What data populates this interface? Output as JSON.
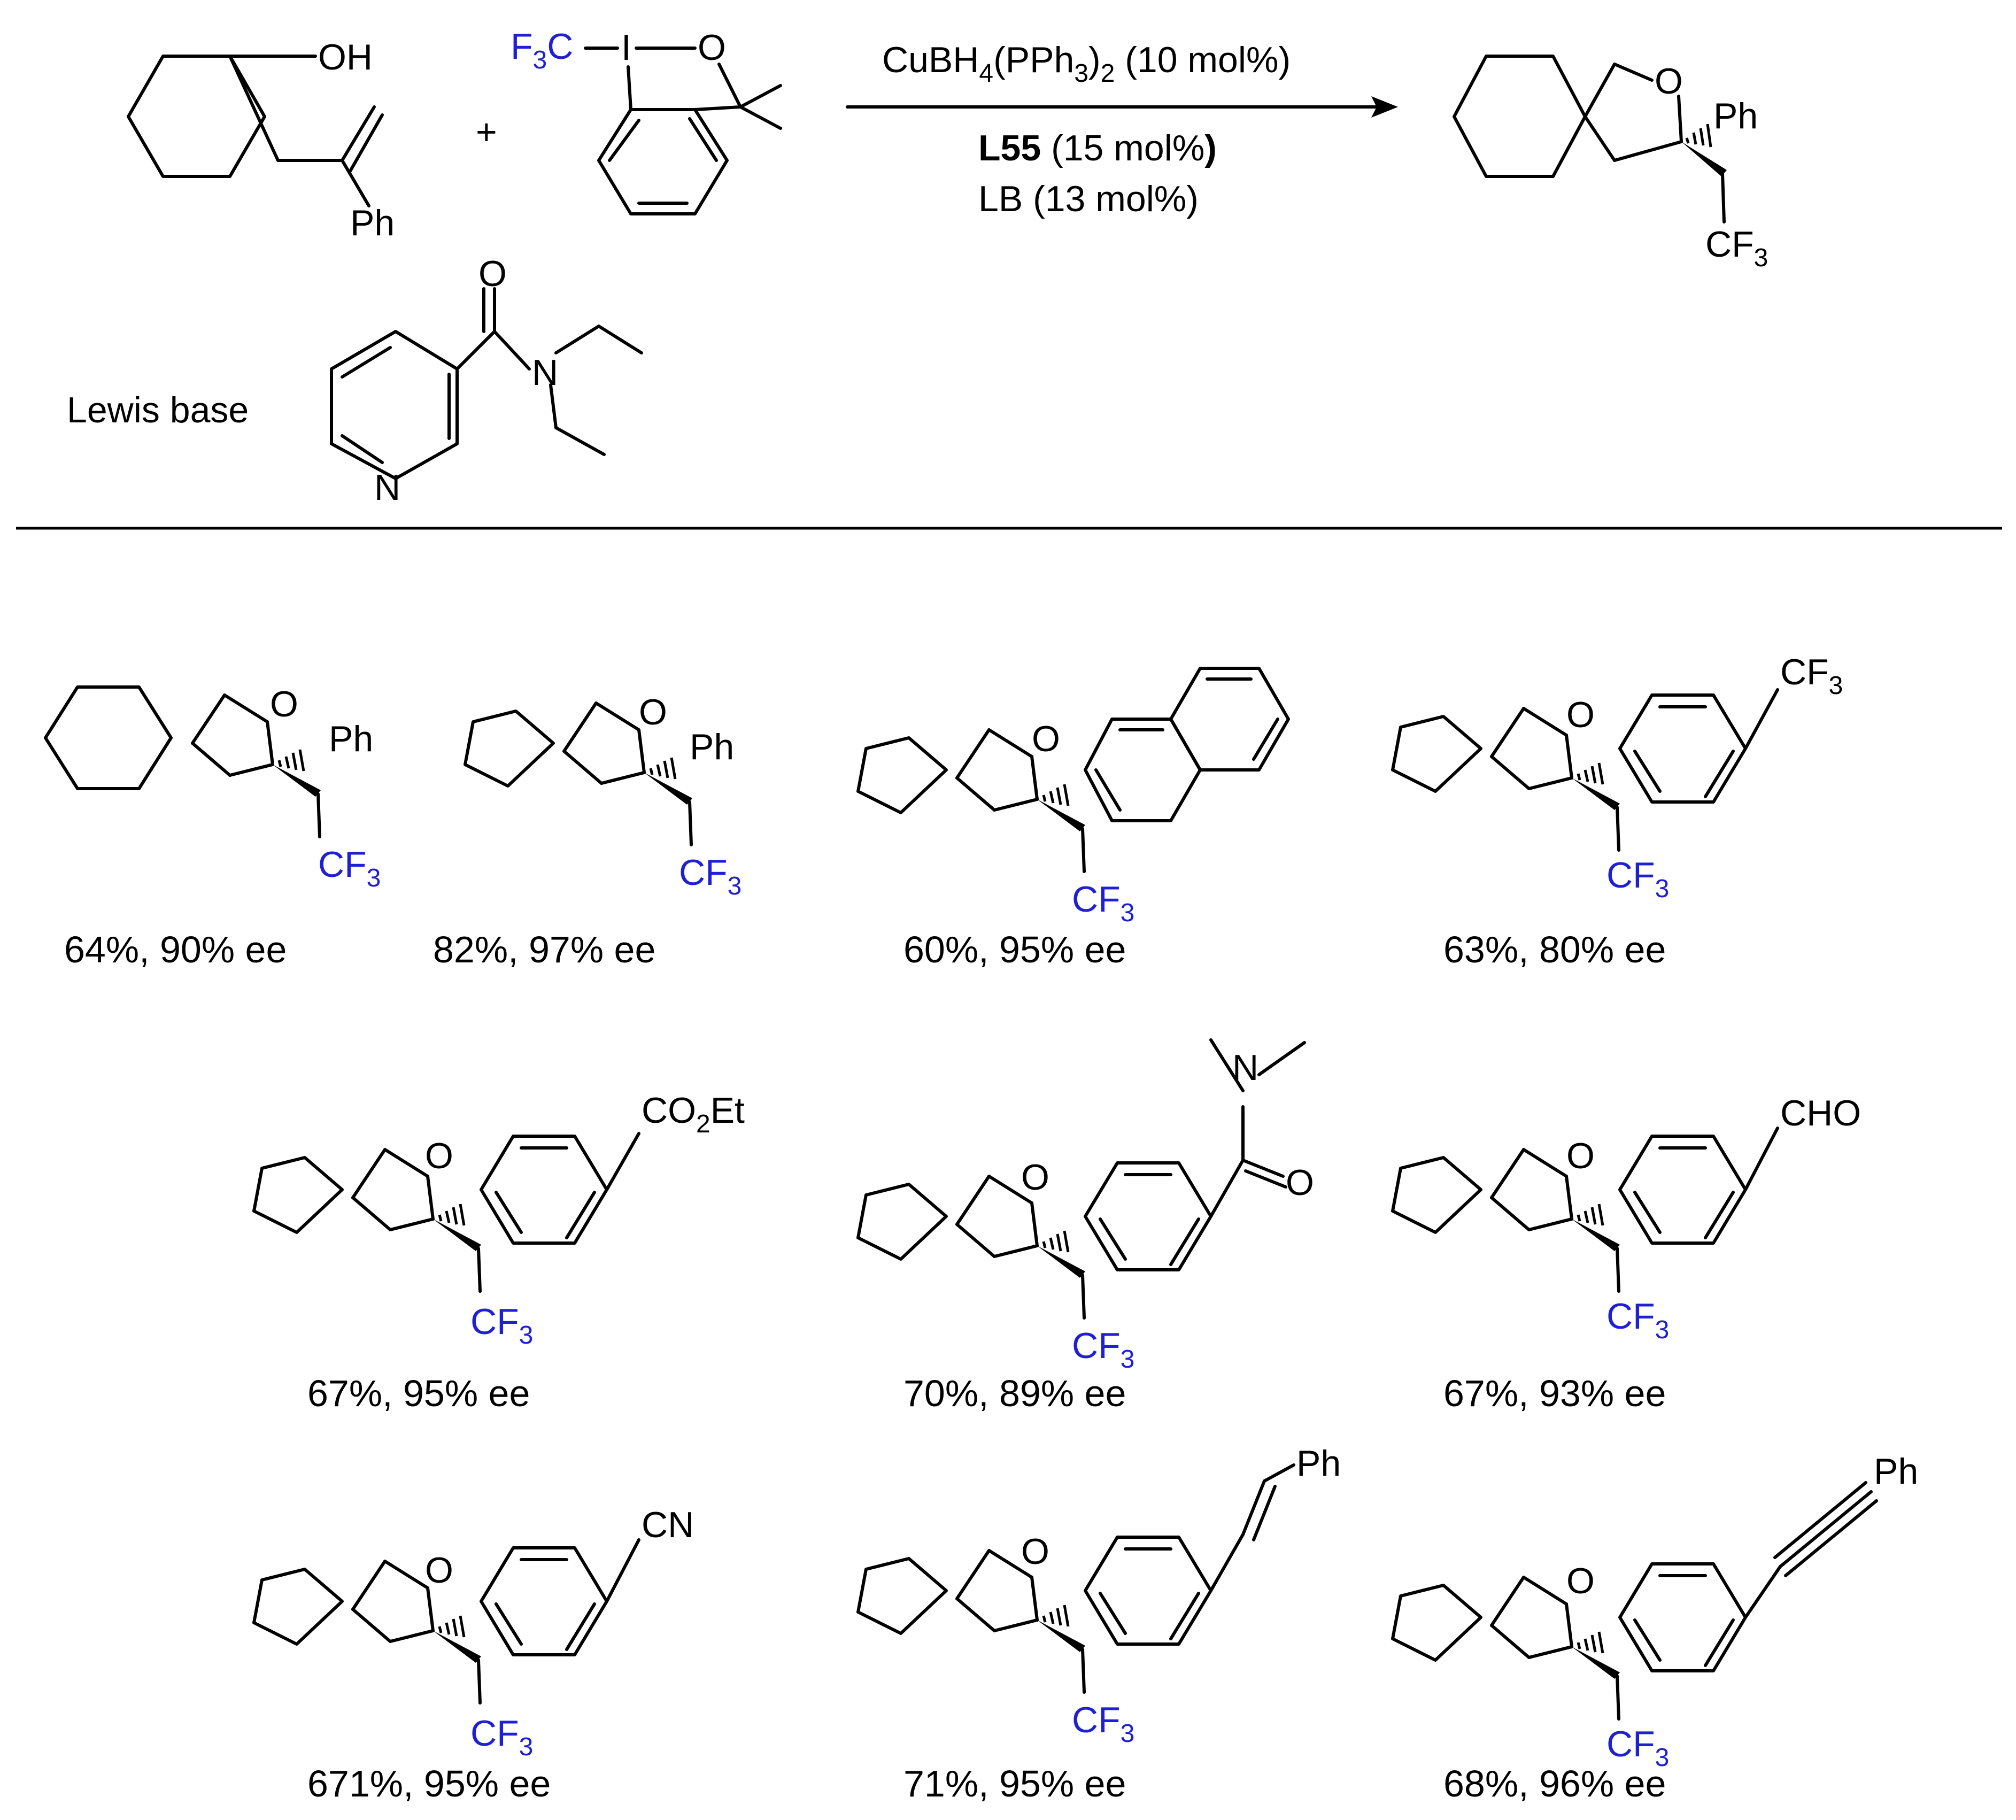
{
  "reaction": {
    "reagent_alkene_labels": {
      "oh": "OH",
      "ph": "Ph"
    },
    "togni_labels": {
      "f3c": "F",
      "f3c_sub": "3",
      "f3c_c": "C",
      "iodine": "I",
      "oxygen": "O"
    },
    "plus": "+",
    "conditions": {
      "catalyst_main": "CuBH",
      "catalyst_sub1": "4",
      "catalyst_mid": "(PPh",
      "catalyst_sub2": "3",
      "catalyst_close": ")",
      "catalyst_sub3": "2",
      "catalyst_loading": " (10 mol%)",
      "ligand_bold": "L55",
      "ligand_loading": " (15 mol%",
      "ligand_paren_bold": ")",
      "lewis_base": "LB (13 mol%)"
    },
    "product_labels": {
      "o": "O",
      "ph": "Ph",
      "cf": "CF",
      "cf_sub": "3"
    },
    "lewis_base_caption": "Lewis base",
    "lewis_base_structure_labels": {
      "o": "O",
      "n_amide": "N",
      "n_pyridine": "N"
    }
  },
  "products": [
    {
      "label": "Ph",
      "yield": "64%, 90% ee"
    },
    {
      "label": "Ph",
      "yield": "82%, 97% ee"
    },
    {
      "label": "",
      "yield": "60%, 95% ee"
    },
    {
      "label": "CF",
      "label_sub": "3",
      "yield": "63%, 80% ee"
    },
    {
      "label": "CO",
      "label_sub": "2",
      "label_tail": "Et",
      "yield": "67%, 95% ee"
    },
    {
      "label_n": "N",
      "label_o": "O",
      "yield": "70%, 89% ee"
    },
    {
      "label": "CHO",
      "yield": "67%, 93% ee"
    },
    {
      "label": "CN",
      "yield": "671%, 95% ee"
    },
    {
      "label": "Ph",
      "yield": "71%, 95% ee"
    },
    {
      "label": "Ph",
      "yield": "68%, 96% ee"
    }
  ],
  "common_labels": {
    "o": "O",
    "cf": "CF",
    "cf_sub": "3"
  },
  "colors": {
    "heteroatom_blue": "#1f1fd6",
    "bond": "#000000"
  }
}
